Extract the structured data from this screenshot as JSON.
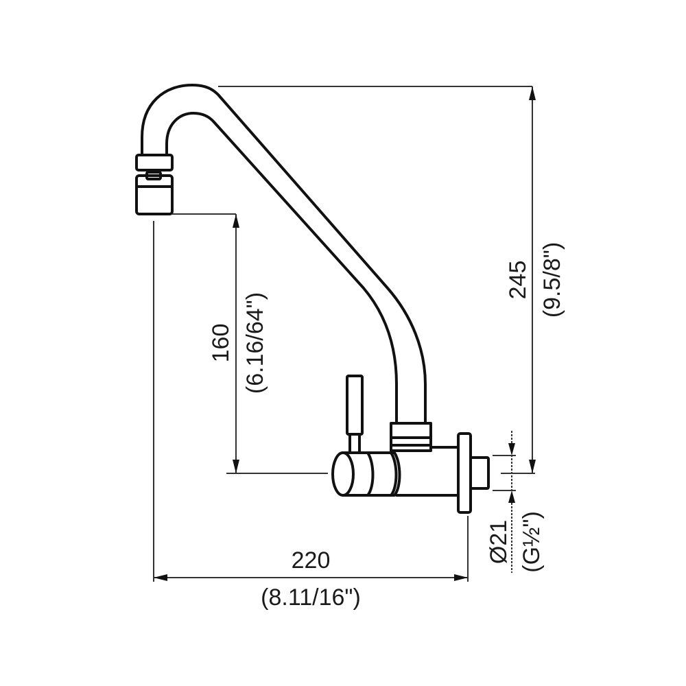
{
  "diagram": {
    "type": "technical-drawing",
    "subject": "wall-mounted kitchen faucet with swivel spout",
    "line_color": "#111111",
    "background": "#ffffff"
  },
  "dimensions": {
    "overall_height": {
      "value": "245",
      "imperial": "(9.5/8\")"
    },
    "spout_height": {
      "value": "160",
      "imperial": "(6.16/64\")"
    },
    "overall_reach": {
      "value": "220",
      "imperial": "(8.11/16\")"
    },
    "inlet_diameter": {
      "value": "Ø21",
      "imperial": "(G½\")"
    }
  }
}
